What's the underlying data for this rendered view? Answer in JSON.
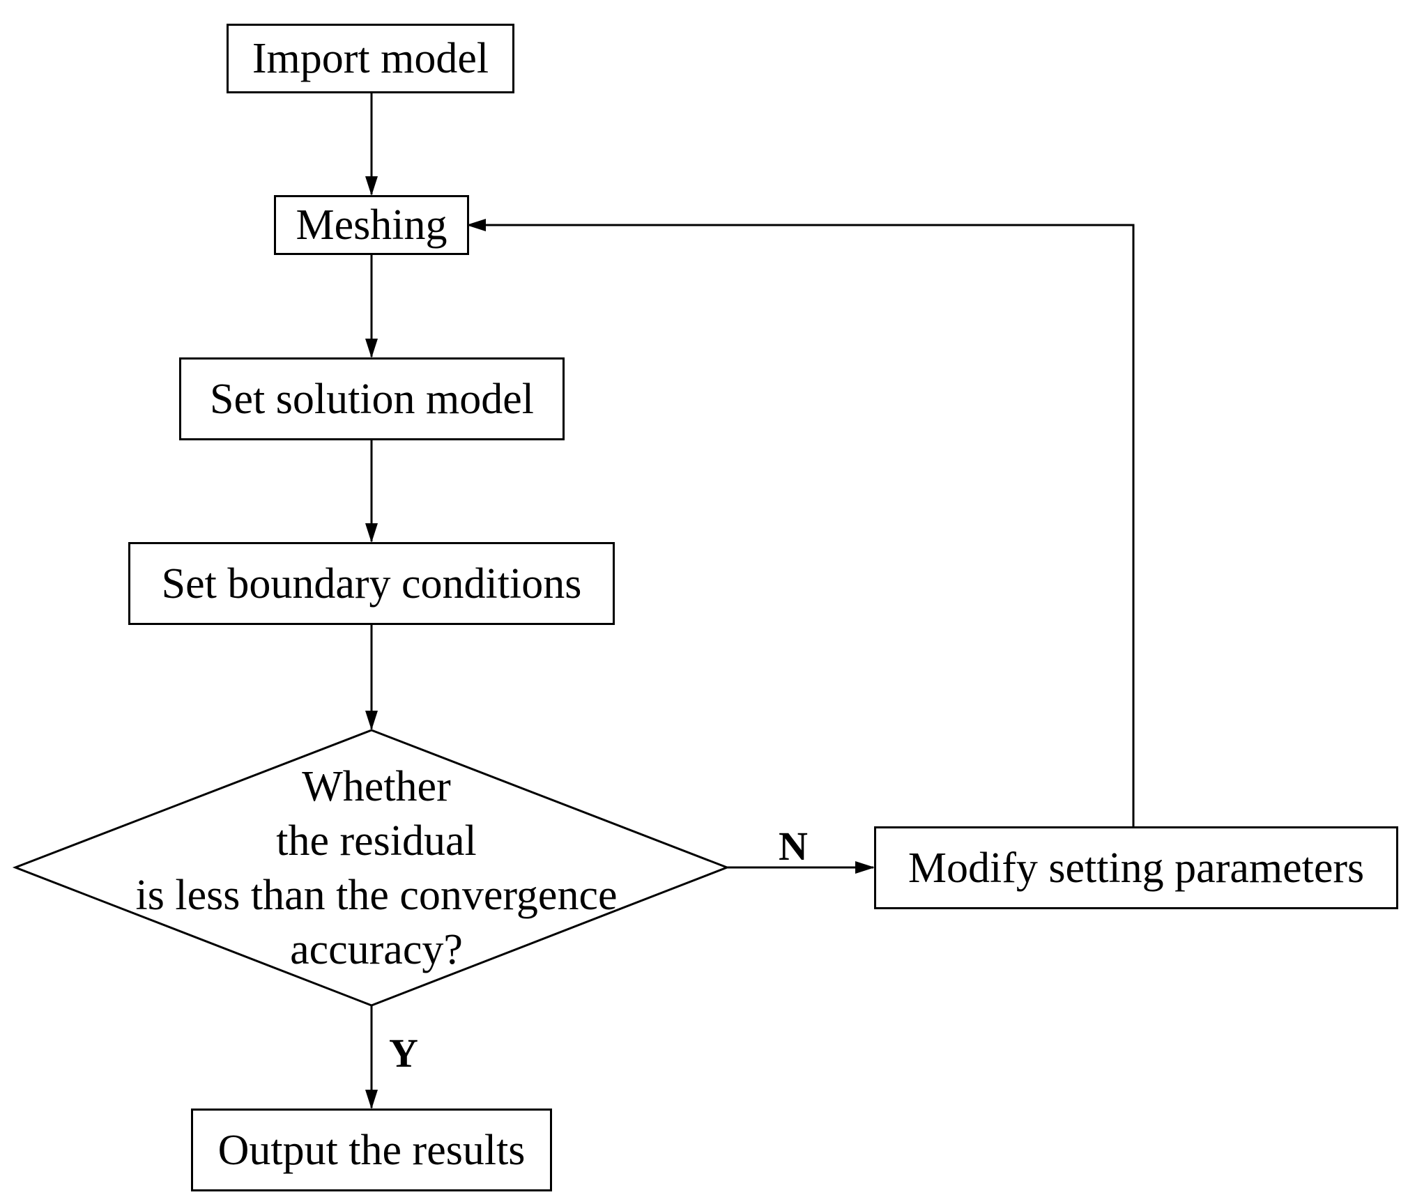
{
  "diagram": {
    "nodes": {
      "import_model": "Import model",
      "meshing": "Meshing",
      "set_solution_model": "Set solution model",
      "set_boundary_conditions": "Set boundary conditions",
      "decision_lines": [
        "Whether",
        "the residual",
        "is less than the convergence",
        "accuracy?"
      ],
      "modify_setting_parameters": "Modify setting parameters",
      "output_results": "Output the results"
    },
    "edge_labels": {
      "no": "N",
      "yes": "Y"
    },
    "edges": [
      {
        "from": "import_model",
        "to": "meshing"
      },
      {
        "from": "meshing",
        "to": "set_solution_model"
      },
      {
        "from": "set_solution_model",
        "to": "set_boundary_conditions"
      },
      {
        "from": "set_boundary_conditions",
        "to": "decision"
      },
      {
        "from": "decision",
        "to": "modify_setting_parameters",
        "label": "N"
      },
      {
        "from": "modify_setting_parameters",
        "to": "meshing"
      },
      {
        "from": "decision",
        "to": "output_results",
        "label": "Y"
      }
    ],
    "colors": {
      "line": "#000000",
      "background": "#ffffff"
    }
  }
}
